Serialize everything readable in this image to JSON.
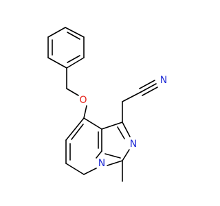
{
  "molecule": {
    "atoms": [
      {
        "id": "a1",
        "label": "O",
        "element": "O",
        "color": "#e5231b"
      },
      {
        "id": "a2",
        "label": "N",
        "element": "N",
        "color": "#1f2bd6"
      },
      {
        "id": "a3",
        "label": "N",
        "element": "N",
        "color": "#1f2bd6"
      },
      {
        "id": "a4",
        "label": "N",
        "element": "N",
        "color": "#1f2bd6"
      }
    ],
    "bond_color": "#000000"
  }
}
